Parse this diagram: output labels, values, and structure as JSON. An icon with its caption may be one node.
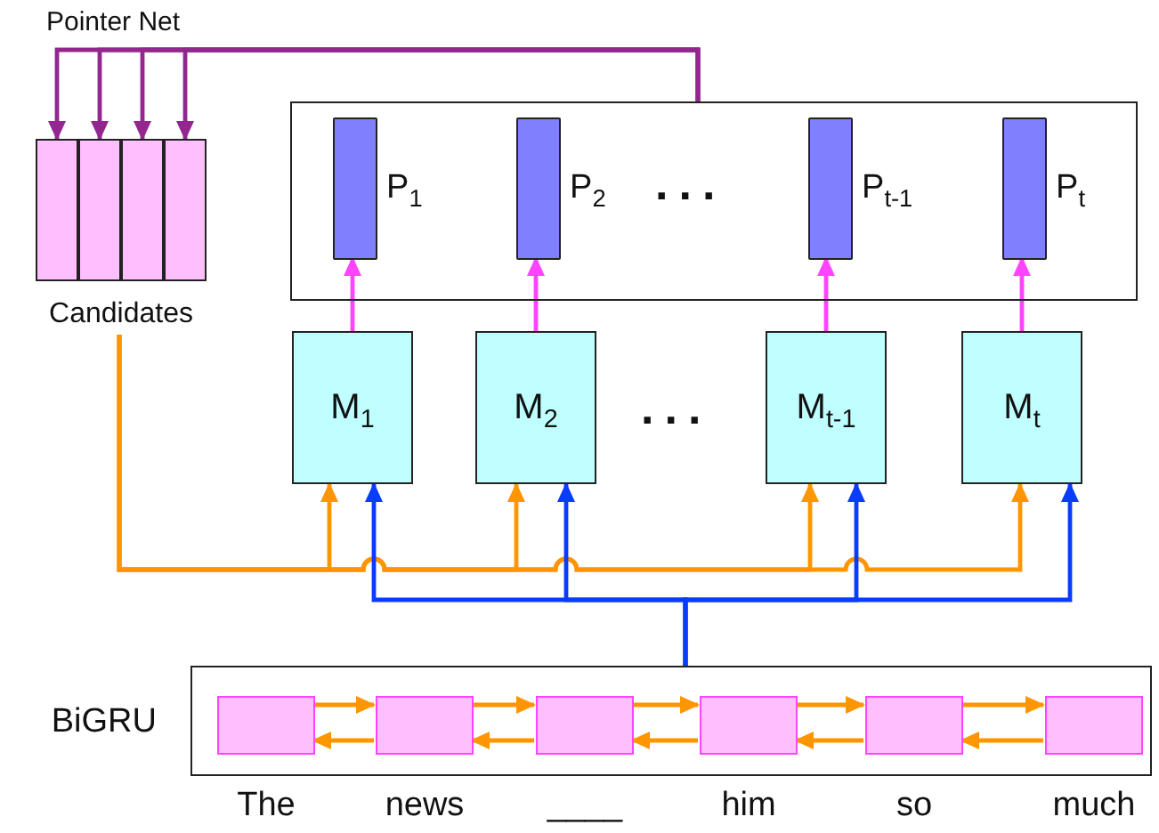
{
  "diagram": {
    "nodes": [
      {
        "text": [],
        "shape": "box"
      },
      {
        "text": [],
        "shape": "bar",
        "in": 0,
        "beside": [
          "P$_{1}$"
        ]
      },
      {
        "text": [],
        "shape": "bar",
        "in": 0,
        "beside": [
          "P$_{2}$"
        ]
      },
      {
        "text": [],
        "shape": "bar",
        "in": 0,
        "beside": [
          "P$_{t-1}$"
        ]
      },
      {
        "text": [],
        "shape": "bar",
        "in": 0,
        "beside": [
          "P$_{t}$"
        ]
      },
      {
        "text": [
          "M$_{1}$"
        ]
      },
      {
        "text": [
          "M$_{2}$"
        ]
      },
      {
        "text": [
          "M$_{t-1}$"
        ]
      },
      {
        "text": [
          "M$_{t}$"
        ]
      },
      {
        "text": [
          "Candidates"
        ]
      },
      {
        "text": [],
        "shape": "box",
        "in": 9
      },
      {
        "text": [],
        "shape": "box",
        "in": 9
      },
      {
        "text": [],
        "shape": "box",
        "in": 9
      },
      {
        "text": [],
        "shape": "box",
        "in": 9
      },
      {
        "text": [
          "BiGRU"
        ]
      },
      {
        "text": [],
        "shape": "box",
        "in": 14,
        "beside": [
          "The"
        ]
      },
      {
        "text": [],
        "shape": "box",
        "in": 14,
        "beside": [
          "news"
        ]
      },
      {
        "text": [],
        "shape": "box",
        "in": 14,
        "beside": [
          "____"
        ]
      },
      {
        "text": [],
        "shape": "box",
        "in": 14,
        "beside": [
          "him"
        ]
      },
      {
        "text": [],
        "shape": "box",
        "in": 14,
        "beside": [
          "so"
        ]
      },
      {
        "text": [],
        "shape": "box",
        "in": 14,
        "beside": [
          "much"
        ]
      }
    ],
    "edges": [
      {
        "from": 5,
        "to": 1,
        "arrow": "to",
        "color": "#ff44ff"
      },
      {
        "from": 6,
        "to": 2,
        "arrow": "to",
        "color": "#ff44ff"
      },
      {
        "from": 7,
        "to": 3,
        "arrow": "to",
        "color": "#ff44ff"
      },
      {
        "from": 8,
        "to": 4,
        "arrow": "to",
        "color": "#ff44ff"
      },
      {
        "from": 0,
        "to": 10,
        "arrow": "to",
        "color": "#93278f"
      },
      {
        "from": 0,
        "to": 11,
        "arrow": "to",
        "color": "#93278f"
      },
      {
        "from": 0,
        "to": 12,
        "arrow": "to",
        "color": "#93278f"
      },
      {
        "from": 0,
        "to": 13,
        "arrow": "to",
        "color": "#93278f"
      },
      {
        "from": 9,
        "to": 5,
        "arrow": "to",
        "color": "#ff9500"
      },
      {
        "from": 9,
        "to": 6,
        "arrow": "to",
        "color": "#ff9500"
      },
      {
        "from": 9,
        "to": 7,
        "arrow": "to",
        "color": "#ff9500"
      },
      {
        "from": 9,
        "to": 8,
        "arrow": "to",
        "color": "#ff9500"
      },
      {
        "from": 14,
        "to": 5,
        "arrow": "to",
        "color": "#0a3cff"
      },
      {
        "from": 14,
        "to": 6,
        "arrow": "to",
        "color": "#0a3cff"
      },
      {
        "from": 14,
        "to": 7,
        "arrow": "to",
        "color": "#0a3cff"
      },
      {
        "from": 14,
        "to": 8,
        "arrow": "to",
        "color": "#0a3cff"
      },
      {
        "from": 15,
        "to": 16,
        "arrow": "to"
      },
      {
        "from": 16,
        "to": 15,
        "arrow": "to"
      },
      {
        "from": 16,
        "to": 17,
        "arrow": "to"
      },
      {
        "from": 17,
        "to": 16,
        "arrow": "to"
      },
      {
        "from": 17,
        "to": 18,
        "arrow": "to"
      },
      {
        "from": 18,
        "to": 17,
        "arrow": "to"
      },
      {
        "from": 18,
        "to": 19,
        "arrow": "to"
      },
      {
        "from": 19,
        "to": 18,
        "arrow": "to"
      },
      {
        "from": 19,
        "to": 20,
        "arrow": "to"
      },
      {
        "from": 20,
        "to": 19,
        "arrow": "to"
      }
    ],
    "labels": [
      "Pointer Net",
      "...",
      "..."
    ]
  }
}
